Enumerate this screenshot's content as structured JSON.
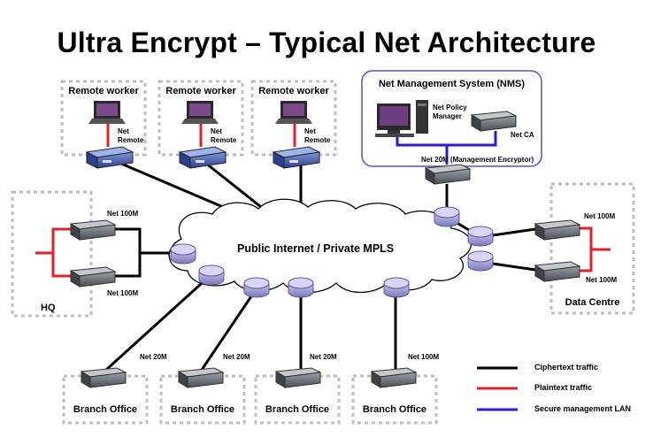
{
  "title": "Ultra Encrypt – Typical Net Architecture",
  "cloud_label": "Public Internet / Private MPLS",
  "nms": {
    "title": "Net Management System (NMS)",
    "policy_manager": "Net Policy Manager",
    "ca": "Net CA",
    "encryptor": "Net 20M (Management Encryptor)"
  },
  "remote_workers": [
    {
      "title": "Remote worker",
      "device": "Net Remote"
    },
    {
      "title": "Remote worker",
      "device": "Net Remote"
    },
    {
      "title": "Remote worker",
      "device": "Net Remote"
    }
  ],
  "hq": {
    "title": "HQ",
    "devices": [
      "Net 100M",
      "Net 100M"
    ]
  },
  "data_centre": {
    "title": "Data Centre",
    "devices": [
      "Net 100M",
      "Net 100M"
    ]
  },
  "branches": [
    {
      "title": "Branch Office",
      "device": "Net 20M"
    },
    {
      "title": "Branch Office",
      "device": "Net 20M"
    },
    {
      "title": "Branch Office",
      "device": "Net 20M"
    },
    {
      "title": "Branch Office",
      "device": "Net 100M"
    }
  ],
  "legend": [
    {
      "label": "Ciphertext traffic",
      "color": "#000000"
    },
    {
      "label": "Plaintext traffic",
      "color": "#e0202a"
    },
    {
      "label": "Secure management LAN",
      "color": "#2a1adb"
    }
  ]
}
